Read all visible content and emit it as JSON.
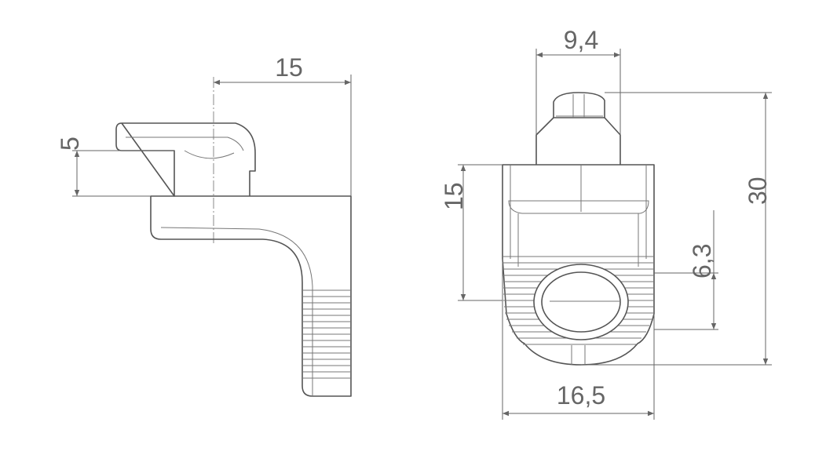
{
  "side_view": {
    "dim_width": "15",
    "dim_height": "5"
  },
  "front_view": {
    "dim_tab_width": "9,4",
    "dim_height_upper": "15",
    "dim_hole": "6,3",
    "dim_total_height": "30",
    "dim_total_width": "16,5"
  },
  "colors": {
    "line": "#555555",
    "text": "#666666"
  }
}
